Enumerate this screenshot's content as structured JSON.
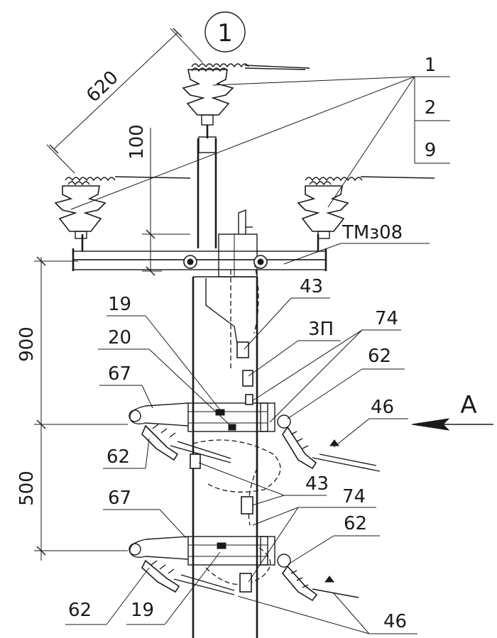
{
  "sheet_number": "1",
  "dimensions": {
    "d620": "620",
    "d100": "100",
    "d900": "900",
    "d500": "500"
  },
  "view_label": "A",
  "callouts": {
    "c1": "1",
    "c2": "2",
    "c9": "9",
    "tm308": "ТМз08",
    "c43a": "43",
    "c19a": "19",
    "c20": "20",
    "c3p": "3П",
    "c74a": "74",
    "c62a": "62",
    "c67a": "67",
    "c46a": "46",
    "c62b": "62",
    "c43b": "43",
    "c74b": "74",
    "c67b": "67",
    "c62c": "62",
    "c62d": "62",
    "c19b": "19",
    "c46b": "46"
  }
}
